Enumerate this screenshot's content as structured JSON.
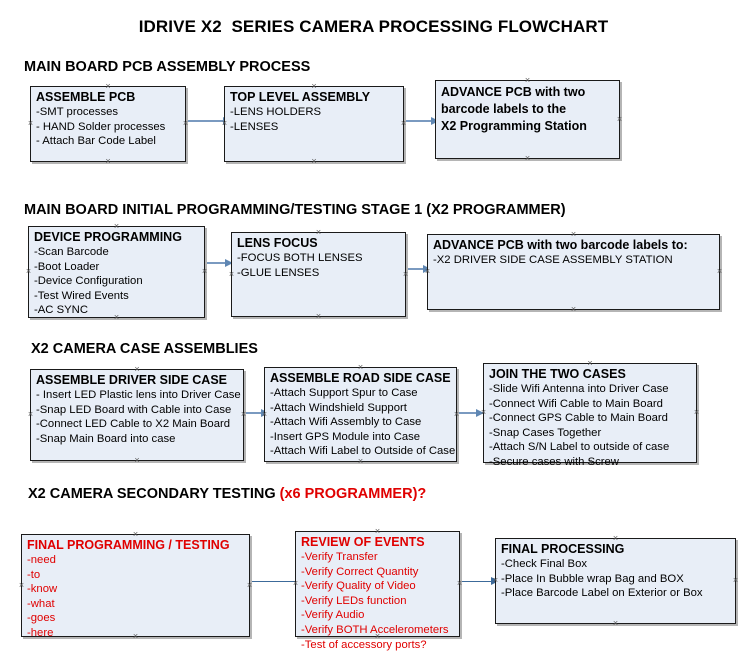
{
  "title": "IDRIVE X2  SERIES CAMERA PROCESSING FLOWCHART",
  "sections": [
    {
      "heading": "MAIN BOARD PCB ASSEMBLY PROCESS",
      "heading_suffix": "",
      "nodes": [
        {
          "title": "ASSEMBLE PCB",
          "lines": [
            "-SMT processes",
            "- HAND Solder processes",
            "- Attach Bar Code Label"
          ]
        },
        {
          "title": "TOP LEVEL ASSEMBLY",
          "lines": [
            "-LENS HOLDERS",
            "-LENSES"
          ]
        },
        {
          "title": "",
          "lines": [
            "ADVANCE PCB with two",
            "barcode labels to the",
            " X2 Programming Station"
          ]
        }
      ]
    },
    {
      "heading": "MAIN BOARD INITIAL PROGRAMMING/TESTING STAGE 1 (X2 PROGRAMMER)",
      "heading_suffix": "",
      "nodes": [
        {
          "title": "DEVICE PROGRAMMING",
          "lines": [
            "-Scan Barcode",
            "-Boot Loader",
            "-Device Configuration",
            "-Test Wired Events",
            "-AC SYNC"
          ]
        },
        {
          "title": "LENS FOCUS",
          "lines": [
            "-FOCUS BOTH LENSES",
            "-GLUE LENSES"
          ]
        },
        {
          "title": "ADVANCE PCB with two barcode labels to:",
          "lines": [
            "-X2 DRIVER  SIDE  CASE  ASSEMBLY STATION"
          ]
        }
      ]
    },
    {
      "heading": "X2 CAMERA CASE ASSEMBLIES",
      "heading_suffix": "",
      "nodes": [
        {
          "title": "ASSEMBLE DRIVER SIDE CASE",
          "lines": [
            "- Insert LED Plastic lens into Driver Case",
            "-Snap LED Board with Cable into Case",
            "-Connect LED Cable to X2 Main Board",
            "-Snap Main Board into case"
          ]
        },
        {
          "title": "ASSEMBLE ROAD SIDE CASE",
          "lines": [
            "-Attach Support Spur to Case",
            "-Attach Windshield Support",
            "-Attach Wifi Assembly to Case",
            "-Insert GPS Module into Case",
            "-Attach Wifi Label to Outside of Case"
          ]
        },
        {
          "title": "JOIN THE TWO CASES",
          "lines": [
            "-Slide Wifi Antenna into Driver Case",
            "-Connect Wifi Cable to Main Board",
            "-Connect GPS Cable to Main Board",
            "-Snap Cases Together",
            "-Attach S/N Label to outside of case",
            "-Secure cases with Screw"
          ]
        }
      ]
    },
    {
      "heading": "X2 CAMERA SECONDARY TESTING ",
      "heading_suffix": "(x6 PROGRAMMER)?",
      "nodes": [
        {
          "title": "FINAL PROGRAMMING / TESTING",
          "lines": [
            "-need",
            "-to",
            "-know",
            "-what",
            "-goes",
            "-here"
          ]
        },
        {
          "title": "REVIEW OF EVENTS",
          "lines": [
            "-Verify Transfer",
            "-Verify Correct Quantity",
            "-Verify Quality of Video",
            "-Verify LEDs function",
            "-Verify Audio",
            "-Verify BOTH Accelerometers",
            "-Test of accessory ports?"
          ]
        },
        {
          "title": "FINAL PROCESSING",
          "lines": [
            " -Check Final Box",
            "-Place In Bubble wrap Bag and BOX",
            "-Place Barcode Label on Exterior or Box"
          ]
        }
      ]
    }
  ],
  "colors": {
    "box_fill": "#e8eef7",
    "box_border": "#1a1a1a",
    "red_text": "#e00000",
    "connector": "#7a9ac0",
    "arrow": "#3c6a9a"
  }
}
